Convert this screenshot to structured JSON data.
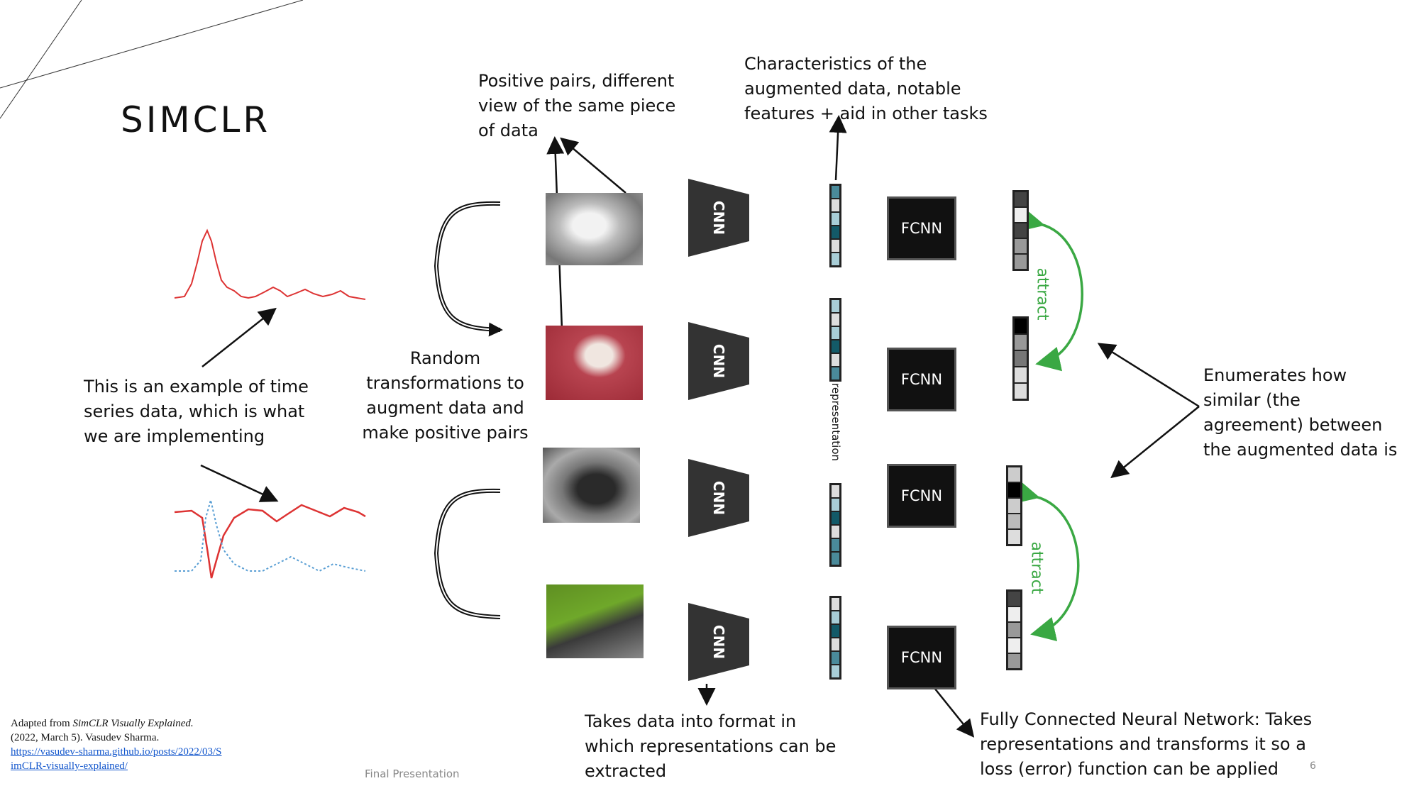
{
  "title": "SIMCLR",
  "annotations": {
    "time_series": "This is an example of time\nseries data, which is what\nwe are implementing",
    "random_transforms": "Random\ntransformations to\naugment data and\nmake positive pairs",
    "positive_pairs": "Positive pairs, different\nview of the same piece\nof data",
    "characteristics": "Characteristics of the\naugmented data, notable\nfeatures + aid in other tasks",
    "enumerates": "Enumerates how\nsimilar (the\nagreement) between\nthe augmented data is",
    "cnn_desc": "Takes data into format in\nwhich representations can be\nextracted",
    "fcnn_desc": "Fully Connected Neural Network: Takes\nrepresentations and transforms it so a\nloss (error) function can be applied"
  },
  "diagram": {
    "cnn_label": "CNN",
    "fcnn_label": "FCNN",
    "representation_label": "representation",
    "attract_label": "attract",
    "colors": {
      "attract": "#3aa843",
      "rep_dark": "#135a68",
      "rep_mid": "#4a8a9a",
      "rep_light": "#a8cdd6"
    }
  },
  "citation": {
    "prefix": "Adapted from ",
    "work": "SimCLR Visually Explained.",
    "details": " (2022, March 5). Vasudev Sharma.",
    "url": "https://vasudev-sharma.github.io/posts/2022/03/SimCLR-visually-explained/"
  },
  "footer": "Final Presentation",
  "page_number": "6"
}
